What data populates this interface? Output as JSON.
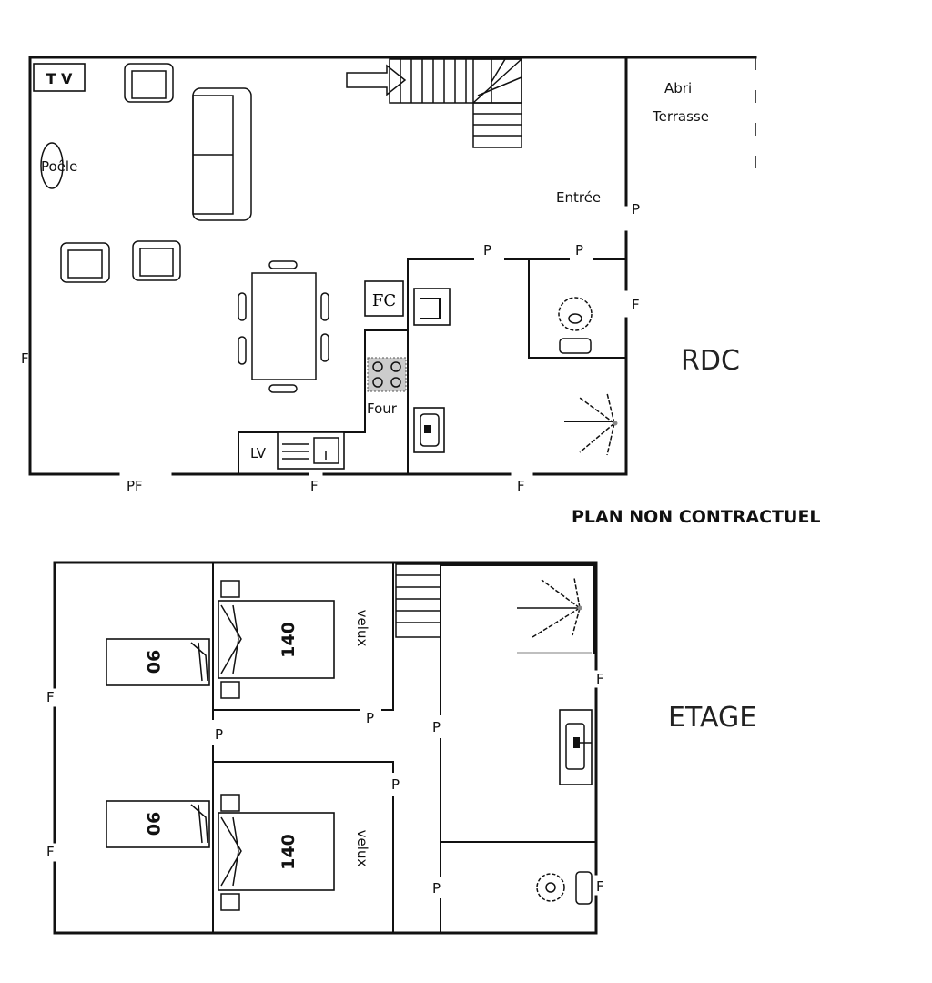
{
  "rdc": {
    "title": "RDC",
    "tv": "T V",
    "stove": "Poêle",
    "shelter_line1": "Abri",
    "shelter_line2": "Terrasse",
    "entrance": "Entrée",
    "fridge": "FC",
    "oven": "Four",
    "dishwasher": "LV",
    "openings": {
      "door_entree": "P",
      "door_kitchen": "P",
      "door_wc": "P",
      "window_wc": "F",
      "window_left": "F",
      "french_window": "PF",
      "window_kitchen": "F",
      "window_shower": "F"
    }
  },
  "etage": {
    "title": "ETAGE",
    "bed_double": "140",
    "bed_single": "90",
    "skylight": "velux",
    "openings": {
      "window_left1": "F",
      "window_left2": "F",
      "door_room1": "P",
      "door_room1b": "P",
      "door_hall": "P",
      "door_room2": "P",
      "door_wc": "P",
      "window_bath": "F",
      "window_wc": "F"
    }
  },
  "disclaimer": "PLAN NON CONTRACTUEL"
}
